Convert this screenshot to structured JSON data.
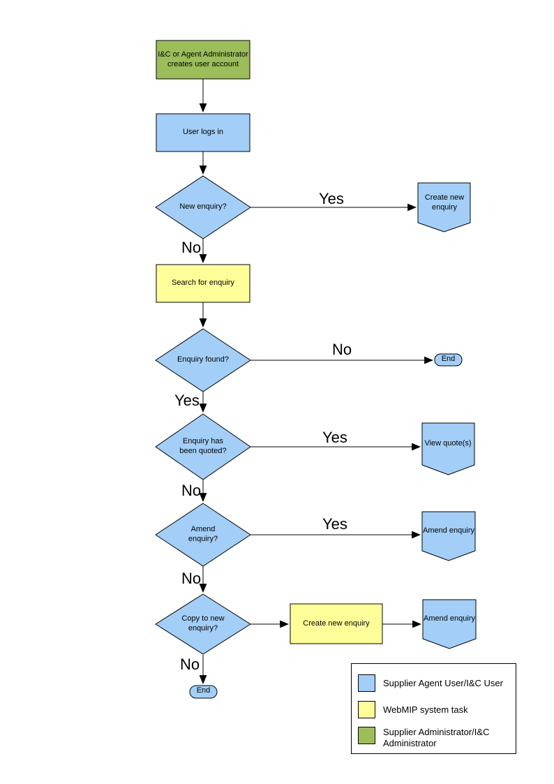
{
  "colors": {
    "user_task": "#A3CEF7",
    "system_task": "#FFFF99",
    "admin_task": "#9CBE5A",
    "line": "#000000"
  },
  "nodes": {
    "create_account": {
      "label": "I&C or Agent Administrator creates user account",
      "type": "admin"
    },
    "user_logs_in": {
      "label": "User logs in",
      "type": "user"
    },
    "new_enquiry_decision": {
      "label": "New enquiry?",
      "type": "user"
    },
    "create_new_enquiry_terminal": {
      "label": "Create new enquiry",
      "type": "user"
    },
    "search_for_enquiry": {
      "label": "Search for enquiry",
      "type": "system"
    },
    "enquiry_found_decision": {
      "label": "Enquiry found?",
      "type": "user"
    },
    "end_1": {
      "label": "End",
      "type": "user"
    },
    "enquiry_quoted_decision": {
      "label": "Enquiry has been quoted?",
      "type": "user"
    },
    "view_quotes": {
      "label": "View quote(s)",
      "type": "user"
    },
    "amend_enquiry_decision": {
      "label": "Amend enquiry?",
      "type": "user"
    },
    "amend_enquiry_1": {
      "label": "Amend enquiry",
      "type": "user"
    },
    "copy_to_new_decision": {
      "label": "Copy to new enquiry?",
      "type": "user"
    },
    "create_new_enquiry_task": {
      "label": "Create new enquiry",
      "type": "system"
    },
    "amend_enquiry_2": {
      "label": "Amend enquiry",
      "type": "user"
    },
    "end_2": {
      "label": "End",
      "type": "user"
    }
  },
  "edge_labels": {
    "new_enquiry_yes": "Yes",
    "new_enquiry_no": "No",
    "found_no": "No",
    "found_yes": "Yes",
    "quoted_yes": "Yes",
    "quoted_no": "No",
    "amend_yes": "Yes",
    "amend_no": "No",
    "copy_no": "No"
  },
  "legend": {
    "items": [
      {
        "color": "#A3CEF7",
        "label": "Supplier Agent User/I&C User"
      },
      {
        "color": "#FFFF99",
        "label": "WebMIP system task"
      },
      {
        "color": "#9CBE5A",
        "label": "Supplier Administrator/I&C Administrator"
      }
    ]
  }
}
